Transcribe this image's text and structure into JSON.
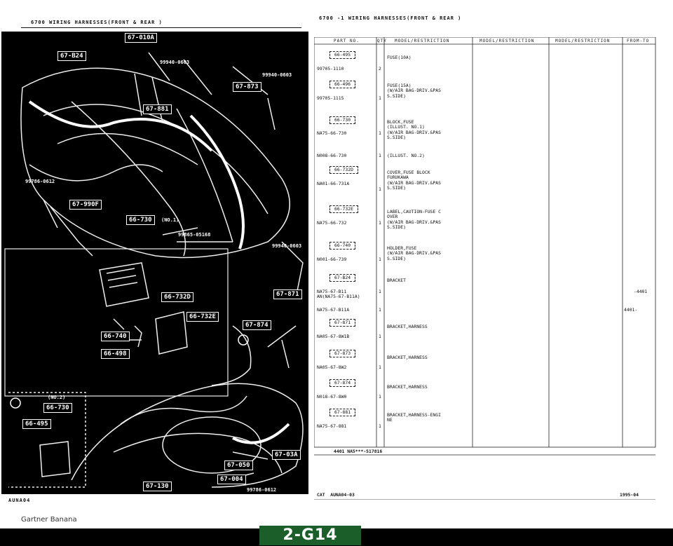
{
  "header_left": "6700   WIRING HARNESSES(FRONT & REAR )",
  "header_right": "6700 -1   WIRING HARNESSES(FRONT & REAR )",
  "diagram_labels": {
    "b1": "67-010A",
    "b2": "67-B24",
    "b3": "67-873",
    "b4": "67-881",
    "b5": "67-990F",
    "b6": "66-730",
    "b7": "66-732D",
    "b8": "66-732E",
    "b9": "66-740",
    "b10": "66-498",
    "b11": "67-871",
    "b12": "67-874",
    "b13": "66-730",
    "b14": "66-495",
    "b15": "67-050",
    "b16": "67-03A",
    "b17": "67-004",
    "b18": "67-130",
    "t1": "99940-0603",
    "t2": "99940-0603",
    "t3": "99786-0612",
    "t4": "(NO.1)",
    "t5": "99865-05168",
    "t6": "99940-0603",
    "t7": "(NO.2)",
    "t8": "99786-0612"
  },
  "bottom_left_code": "AUNA04",
  "footer_credit": "Gartner Banana",
  "page_badge": "2-G14",
  "table": {
    "columns": [
      "PART NO.",
      "QTY",
      "MODEL/RESTRICTION",
      "MODEL/RESTRICTION",
      "MODEL/RESTRICTION",
      "FROM-TO"
    ],
    "rows": [
      {
        "box": "66-495",
        "pn": "99705-1110",
        "qty": "2",
        "desc": "FUSE(10A)",
        "from": ""
      },
      {
        "box": "66-496",
        "pn": "99705-1115",
        "qty": "1",
        "desc": "FUSE(15A)\n(W/AIR BAG-DRIV.&PAS\nS.SIDE)",
        "from": ""
      },
      {
        "box": "66-730",
        "pn": "NA75-66-730",
        "qty": "1",
        "desc": "BLOCK,FUSE\n(ILLUST. NO.1)\n(W/AIR BAG-DRIV.&PAS\nS.SIDE)",
        "from": ""
      },
      {
        "box": "",
        "pn": "N008-66-730",
        "qty": "1",
        "desc": "(ILLUST. NO.2)",
        "from": ""
      },
      {
        "box": "66-732D",
        "pn": "NA01-66-731A",
        "qty": "1",
        "desc": "COVER,FUSE BLOCK\nFURUKAWA\n(W/AIR BAG-DRIV.&PAS\nS.SIDE)",
        "from": ""
      },
      {
        "box": "66-732E",
        "pn": "NA75-66-732",
        "qty": "1",
        "desc": "LABEL,CAUTION-FUSE C\nOVER\n(W/AIR BAG-DRIV.&PAS\nS.SIDE)",
        "from": ""
      },
      {
        "box": "66-740",
        "pn": "N001-66-739",
        "qty": "1",
        "desc": "HOLDER,FUSE\n(W/AIR BAG-DRIV.&PAS\nS.SIDE)",
        "from": ""
      },
      {
        "box": "67-B24",
        "pn": "NA75-67-B11\nAN(NA75-67-B11A)",
        "qty": "1",
        "desc": "BRACKET",
        "from": "-4401"
      },
      {
        "box": "",
        "pn": "NA75-67-B11A",
        "qty": "1",
        "desc": "",
        "from": "4401-"
      },
      {
        "box": "67-871",
        "pn": "NA05-67-8W1B",
        "qty": "1",
        "desc": "BRACKET,HARNESS",
        "from": ""
      },
      {
        "box": "67-873",
        "pn": "NA05-67-8W2",
        "qty": "1",
        "desc": "BRACKET,HARNESS",
        "from": ""
      },
      {
        "box": "67-874",
        "pn": "N018-67-8W0",
        "qty": "1",
        "desc": "BRACKET,HARNESS",
        "from": ""
      },
      {
        "box": "67-881",
        "pn": "NA75-67-881",
        "qty": "1",
        "desc": "BRACKET,HARNESS-ENGI\nNE",
        "from": ""
      }
    ],
    "note": "4401 NA5***-517816",
    "cat": "CAT  AUNA04-03",
    "date": "1995-04"
  }
}
